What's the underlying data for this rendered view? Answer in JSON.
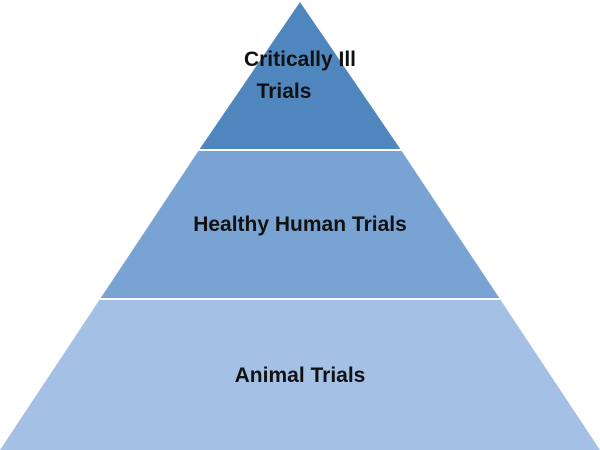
{
  "diagram": {
    "type": "pyramid",
    "levels": [
      {
        "id": "top",
        "label_lines": [
          "Critically Ill",
          "Trials"
        ],
        "color": "#4f86be"
      },
      {
        "id": "middle",
        "label_lines": [
          "Healthy Human Trials"
        ],
        "color": "#78a3d2"
      },
      {
        "id": "bottom",
        "label_lines": [
          "Animal Trials"
        ],
        "color": "#a4c0e4"
      }
    ]
  }
}
